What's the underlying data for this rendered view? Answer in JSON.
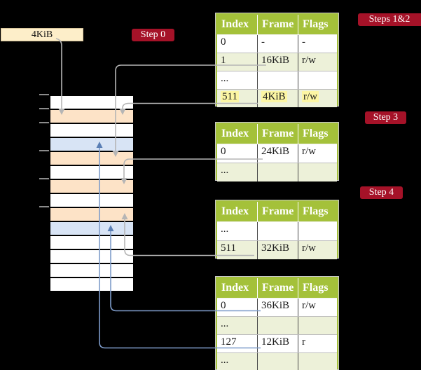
{
  "colors": {
    "background": "#000000",
    "badge_red": "#a51228",
    "table_header_green": "#a4c13a",
    "table_row_shade_green": "#edf1d9",
    "highlight_yellow": "#fcf6a4",
    "frame_page_table_peach": "#fde3c7",
    "frame_mapped_blue": "#d8e4f5",
    "page_size_box_cream": "#fdeec9",
    "arrow_gray": "#b5b5b5",
    "arrow_blue": "#7e9cca"
  },
  "page_box": {
    "label": "4KiB"
  },
  "badges": [
    {
      "id": "step0",
      "label": "Step 0"
    },
    {
      "id": "steps12",
      "label": "Steps 1&2"
    },
    {
      "id": "step3",
      "label": "Step 3"
    },
    {
      "id": "step4",
      "label": "Step 4"
    }
  ],
  "memory_stack": {
    "rows": [
      "white",
      "peach",
      "white",
      "blue",
      "peach",
      "white",
      "peach",
      "white",
      "peach",
      "blue",
      "white",
      "white",
      "white",
      "white"
    ],
    "tick_note": "ticks at rows 1,2,3,5,7,9 tops"
  },
  "tables": [
    {
      "id": "table-steps-1-2",
      "columns": [
        "Index",
        "Frame",
        "Flags"
      ],
      "rows": [
        {
          "cells": [
            "0",
            "-",
            "-"
          ],
          "shade": false,
          "highlight": false
        },
        {
          "cells": [
            "1",
            "16KiB",
            "r/w"
          ],
          "shade": true,
          "highlight": false
        },
        {
          "cells": [
            "...",
            "",
            ""
          ],
          "shade": false,
          "highlight": false
        },
        {
          "cells": [
            "511",
            "4KiB",
            "r/w"
          ],
          "shade": true,
          "highlight": true
        }
      ]
    },
    {
      "id": "table-step-3",
      "columns": [
        "Index",
        "Frame",
        "Flags"
      ],
      "rows": [
        {
          "cells": [
            "0",
            "24KiB",
            "r/w"
          ],
          "shade": false,
          "highlight": false
        },
        {
          "cells": [
            "...",
            "",
            ""
          ],
          "shade": true,
          "highlight": false
        }
      ]
    },
    {
      "id": "table-step-4",
      "columns": [
        "Index",
        "Frame",
        "Flags"
      ],
      "rows": [
        {
          "cells": [
            "...",
            "",
            ""
          ],
          "shade": false,
          "highlight": false
        },
        {
          "cells": [
            "511",
            "32KiB",
            "r/w"
          ],
          "shade": true,
          "highlight": false
        }
      ]
    },
    {
      "id": "table-final",
      "columns": [
        "Index",
        "Frame",
        "Flags"
      ],
      "rows": [
        {
          "cells": [
            "0",
            "36KiB",
            "r/w"
          ],
          "shade": false,
          "highlight": false
        },
        {
          "cells": [
            "...",
            "",
            ""
          ],
          "shade": true,
          "highlight": false
        },
        {
          "cells": [
            "127",
            "12KiB",
            "r"
          ],
          "shade": false,
          "highlight": false
        },
        {
          "cells": [
            "...",
            "",
            ""
          ],
          "shade": true,
          "highlight": false
        }
      ]
    }
  ],
  "connectors": [
    {
      "from": "4KiB box",
      "to": "memory frame row 2 (4KiB)",
      "color": "gray",
      "direction": "down"
    },
    {
      "from": "table-steps-1-2 entry 1",
      "to": "memory frame row 5 (16KiB)",
      "color": "gray",
      "direction": "down"
    },
    {
      "from": "table-steps-1-2 entry 511",
      "to": "memory frame row 2 (4KiB)",
      "color": "gray",
      "direction": "down"
    },
    {
      "from": "table-step-3 entry 0",
      "to": "memory frame row 7 (24KiB)",
      "color": "gray",
      "direction": "down"
    },
    {
      "from": "table-step-4 entry 511",
      "to": "memory frame row 9 (32KiB)",
      "color": "gray",
      "direction": "up"
    },
    {
      "from": "table-final entry 0",
      "to": "memory frame row 10 (36KiB)",
      "color": "blue",
      "direction": "up"
    },
    {
      "from": "table-final entry 127",
      "to": "memory frame row 4 (12KiB)",
      "color": "blue",
      "direction": "up"
    }
  ]
}
